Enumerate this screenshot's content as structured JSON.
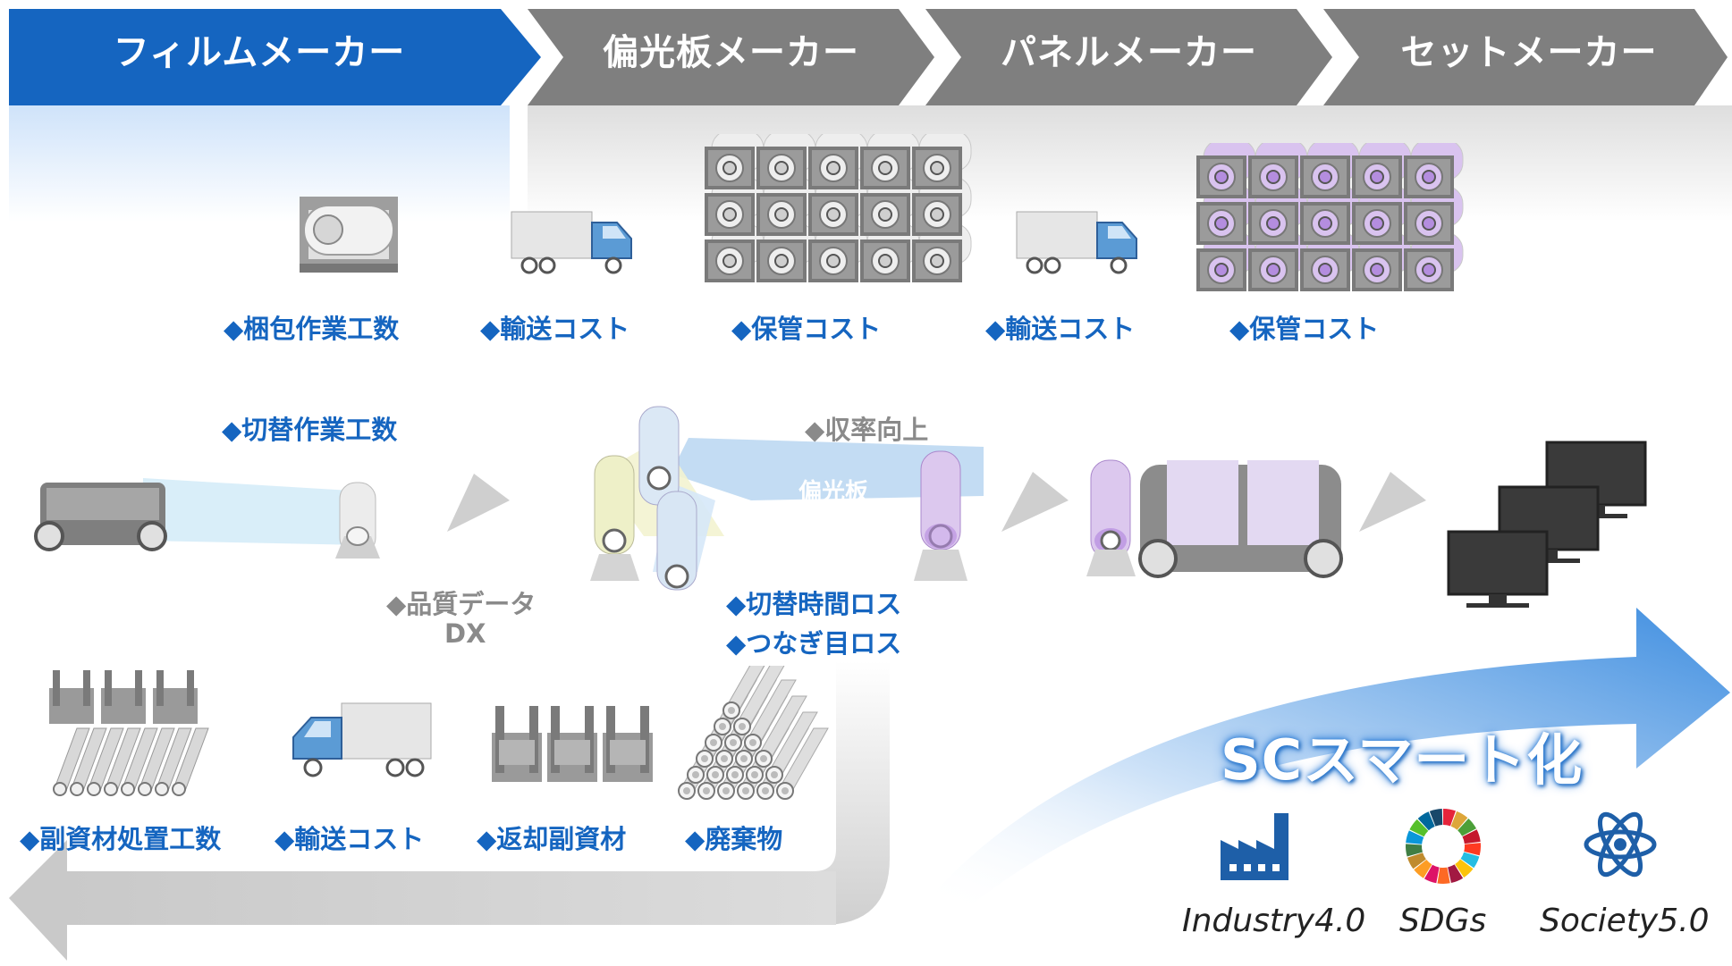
{
  "header": {
    "stages": [
      {
        "label": "フィルムメーカー",
        "color": "#1565c0"
      },
      {
        "label": "偏光板メーカー",
        "color": "#7f7f7f"
      },
      {
        "label": "パネルメーカー",
        "color": "#7f7f7f"
      },
      {
        "label": "セットメーカー",
        "color": "#7f7f7f"
      }
    ]
  },
  "top_costs": {
    "packing_work": "◆梱包作業工数",
    "transport_1": "◆輸送コスト",
    "storage_1": "◆保管コスト",
    "transport_2": "◆輸送コスト",
    "storage_2": "◆保管コスト"
  },
  "middle": {
    "switch_work": "◆切替作業工数",
    "yield_up": "◆収率向上",
    "polarizer": "偏光板",
    "quality_dx_line1": "◆品質データ",
    "quality_dx_line2": "DX",
    "switch_time_loss": "◆切替時間ロス",
    "joint_loss": "◆つなぎ目ロス"
  },
  "bottom_costs": {
    "material_disposal": "◆副資材処置工数",
    "transport_3": "◆輸送コスト",
    "returned_material": "◆返却副資材",
    "waste": "◆廃棄物"
  },
  "smart": {
    "title": "SCスマート化",
    "logos": [
      {
        "icon": "factory-icon",
        "caption": "Industry4.0"
      },
      {
        "icon": "sdgs-wheel-icon",
        "caption": "SDGs"
      },
      {
        "icon": "atom-icon",
        "caption": "Society5.0"
      }
    ]
  },
  "colors": {
    "accent_blue": "#1565c0",
    "header_grey": "#7f7f7f",
    "violet": "#c7a8e0"
  }
}
